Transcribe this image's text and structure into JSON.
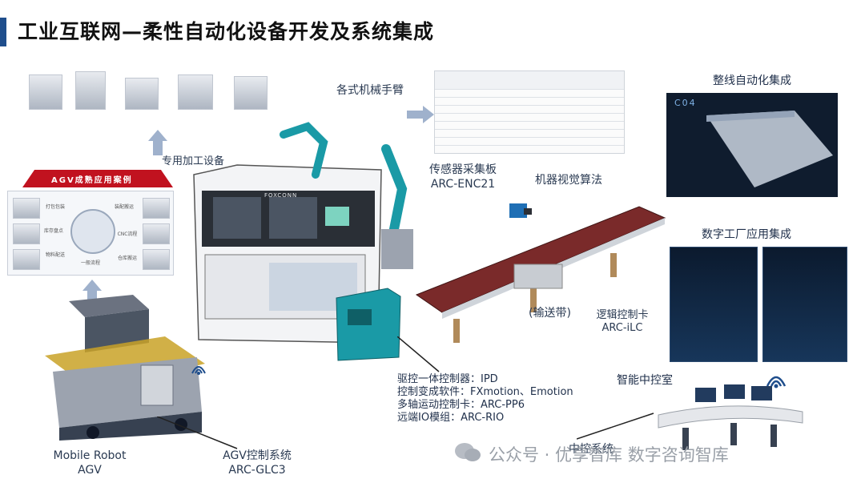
{
  "title": "工业互联网—柔性自动化设备开发及系统集成",
  "labels": {
    "robot_arm": "各式机械手臂",
    "special_equipment": "专用加工设备",
    "sensor_board_1": "传感器采集板",
    "sensor_board_2": "ARC-ENC21",
    "machine_vision": "机器视觉算法",
    "line_integration": "整线自动化集成",
    "digital_factory": "数字工厂应用集成",
    "conveyor": "(输送带)",
    "logic_card_1": "逻辑控制卡",
    "logic_card_2": "ARC-iLC",
    "control_room": "智能中控室",
    "central_control": "中控系统",
    "mobile_robot_1": "Mobile Robot",
    "mobile_robot_2": "AGV",
    "agv_control_1": "AGV控制系统",
    "agv_control_2": "ARC-GLC3",
    "agv_cases": "AGV成熟应用案例",
    "device_brand": "FOXCONN",
    "screen_brand": "C04"
  },
  "controller_lines": [
    "驱控一体控制器：IPD",
    "控制变成软件：FXmotion、Emotion",
    "多轴运动控制卡：ARC-PP6",
    "远端IO模组：ARC-RIO"
  ],
  "agv_case_labels": [
    "打包包装",
    "装配搬运",
    "库存盘点",
    "物料配送",
    "一般流程",
    "CNC流程",
    "仓库搬运"
  ],
  "watermark": "公众号 · 优享智库 数字咨询智库",
  "colors": {
    "accent": "#1f4e8c",
    "arrow": "#9fb1cc",
    "teal": "#1a9aa6",
    "conveyor": "#7a2a2a"
  }
}
